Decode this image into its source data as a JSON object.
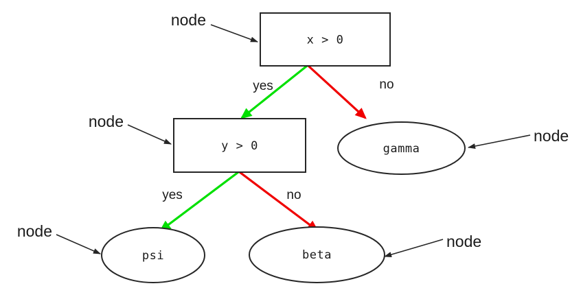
{
  "diagram": {
    "type": "decision-tree",
    "title": "",
    "background_color": "#ffffff",
    "colors": {
      "yes_edge": "#00e000",
      "no_edge": "#f00000",
      "shape_stroke": "#262626",
      "text": "#1a1a1a"
    },
    "nodes": {
      "root": {
        "label": "x > 0",
        "shape": "box"
      },
      "second": {
        "label": "y > 0",
        "shape": "box"
      },
      "gamma": {
        "label": "gamma",
        "shape": "ellipse"
      },
      "psi": {
        "label": "psi",
        "shape": "ellipse"
      },
      "beta": {
        "label": "beta",
        "shape": "ellipse"
      }
    },
    "edge_labels": {
      "root_yes": "yes",
      "root_no": "no",
      "second_yes": "yes",
      "second_no": "no"
    },
    "annotations": {
      "root_node": "node",
      "second_node": "node",
      "gamma_node": "node",
      "psi_node": "node",
      "beta_node": "node"
    }
  }
}
